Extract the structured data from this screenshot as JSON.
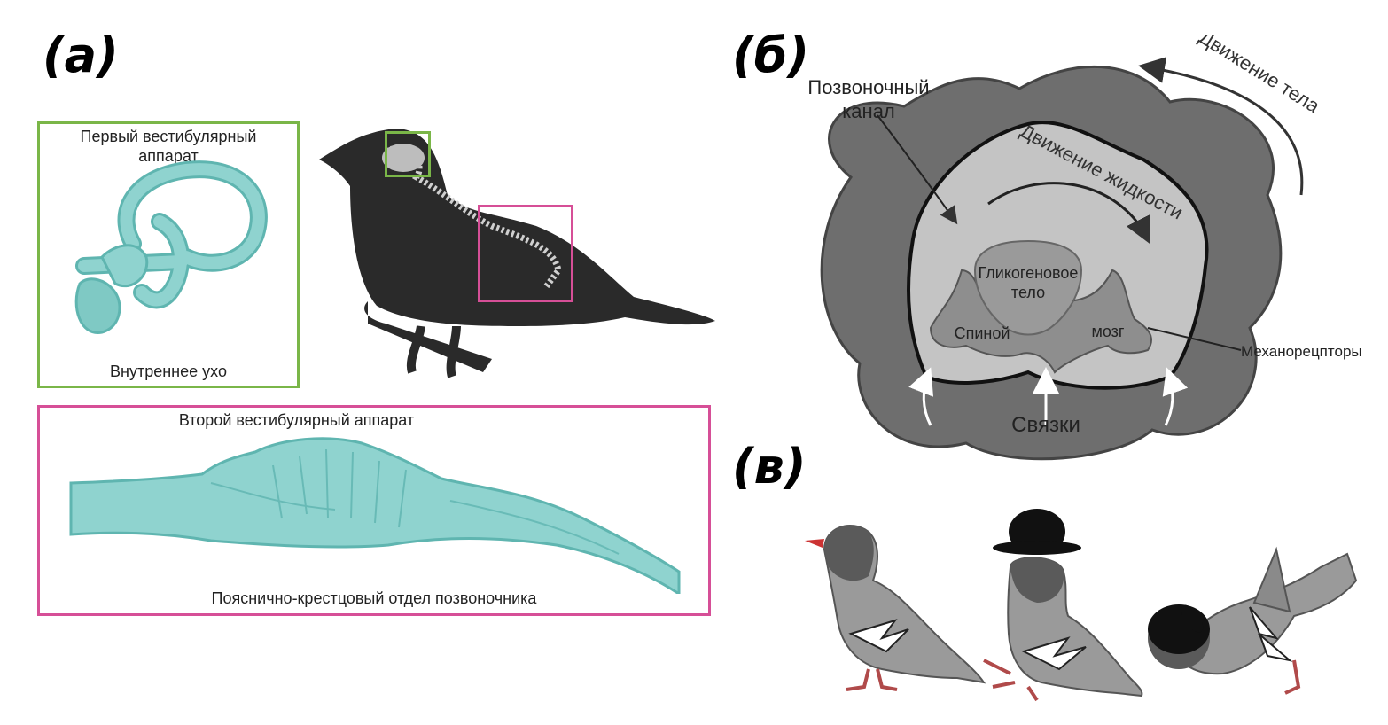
{
  "panels": {
    "a": {
      "label": "(а)",
      "ear_box": {
        "title_line1": "Первый вестибулярный",
        "title_line2": "аппарат",
        "caption": "Внутреннее ухо",
        "border_color": "#7ab648"
      },
      "spine_box": {
        "title": "Второй вестибулярный аппарат",
        "caption": "Пояснично-крестцовый отдел позвоночника",
        "border_color": "#d64f97"
      },
      "bird_silhouette_color": "#2a2a2a",
      "tissue_color": "#8fd3cf"
    },
    "b": {
      "label": "(б)",
      "canal_label_line1": "Позвоночный",
      "canal_label_line2": "канал",
      "body_motion": "Движение тела",
      "fluid_motion": "Движение жидкости",
      "glycogen_line1": "Гликогеновое",
      "glycogen_line2": "тело",
      "spinal_word1": "Спиной",
      "spinal_word2": "мозг",
      "mechanoreceptors": "Механорецпторы",
      "ligaments": "Связки",
      "outer_color": "#6e6e6e",
      "canal_color": "#c4c4c4",
      "cord_color": "#8e8e8e"
    },
    "c": {
      "label": "(в)",
      "pigeon_body_color": "#9a9a9a",
      "pigeon_dark_color": "#5a5a5a",
      "hat_color": "#111111"
    }
  }
}
